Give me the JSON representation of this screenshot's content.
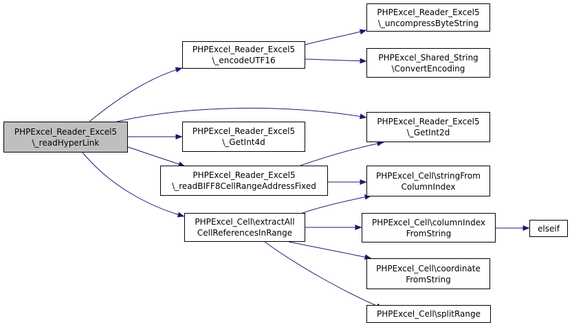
{
  "colors": {
    "edge": "#191970",
    "node_border": "#000000",
    "node_fill": "#ffffff",
    "root_fill": "#bfbfbf"
  },
  "nodes": {
    "readHyperLink": [
      "PHPExcel_Reader_Excel5",
      "\\_readHyperLink"
    ],
    "encodeUTF16": [
      "PHPExcel_Reader_Excel5",
      "\\_encodeUTF16"
    ],
    "uncompressByteString": [
      "PHPExcel_Reader_Excel5",
      "\\_uncompressByteString"
    ],
    "convertEncoding": [
      "PHPExcel_Shared_String",
      "\\ConvertEncoding"
    ],
    "getInt2d": [
      "PHPExcel_Reader_Excel5",
      "\\_GetInt2d"
    ],
    "getInt4d": [
      "PHPExcel_Reader_Excel5",
      "\\_GetInt4d"
    ],
    "readBIFF8CellRangeAddressFixed": [
      "PHPExcel_Reader_Excel5",
      "\\_readBIFF8CellRangeAddressFixed"
    ],
    "stringFromColumnIndex": [
      "PHPExcel_Cell\\stringFrom",
      "ColumnIndex"
    ],
    "extractAllCellReferencesInRange": [
      "PHPExcel_Cell\\extractAll",
      "CellReferencesInRange"
    ],
    "columnIndexFromString": [
      "PHPExcel_Cell\\columnIndex",
      "FromString"
    ],
    "elseif": [
      "elseif"
    ],
    "coordinateFromString": [
      "PHPExcel_Cell\\coordinate",
      "FromString"
    ],
    "splitRange": [
      "PHPExcel_Cell\\splitRange"
    ]
  },
  "edges": [
    [
      "readHyperLink",
      "encodeUTF16"
    ],
    [
      "readHyperLink",
      "getInt2d"
    ],
    [
      "readHyperLink",
      "getInt4d"
    ],
    [
      "readHyperLink",
      "readBIFF8CellRangeAddressFixed"
    ],
    [
      "readHyperLink",
      "extractAllCellReferencesInRange"
    ],
    [
      "encodeUTF16",
      "uncompressByteString"
    ],
    [
      "encodeUTF16",
      "convertEncoding"
    ],
    [
      "readBIFF8CellRangeAddressFixed",
      "getInt2d"
    ],
    [
      "readBIFF8CellRangeAddressFixed",
      "stringFromColumnIndex"
    ],
    [
      "extractAllCellReferencesInRange",
      "stringFromColumnIndex"
    ],
    [
      "extractAllCellReferencesInRange",
      "columnIndexFromString"
    ],
    [
      "extractAllCellReferencesInRange",
      "coordinateFromString"
    ],
    [
      "extractAllCellReferencesInRange",
      "splitRange"
    ],
    [
      "columnIndexFromString",
      "elseif"
    ]
  ]
}
